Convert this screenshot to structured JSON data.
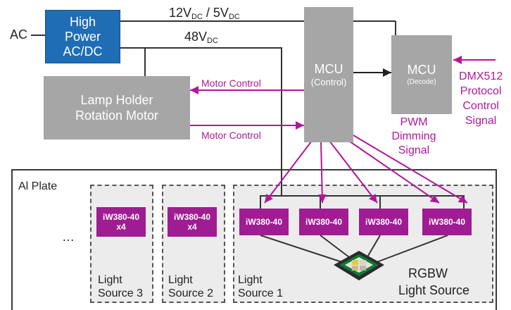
{
  "blocks": {
    "power_supply": [
      "High",
      "Power",
      "AC/DC"
    ],
    "mcu_control": {
      "title": "MCU",
      "sub": "(Control)"
    },
    "mcu_decode": {
      "title": "MCU",
      "sub": "(Decode)"
    },
    "motor": [
      "Lamp Holder",
      "Rotation Motor"
    ]
  },
  "labels": {
    "ac": "AC",
    "rail_12v_5v": {
      "v1": "12V",
      "s1": "DC",
      "sep": " / 5V",
      "s2": "DC"
    },
    "rail_48v": {
      "v": "48V",
      "s": "DC"
    },
    "motor_control_top": "Motor Control",
    "motor_control_bottom": "Motor Control",
    "pwm": [
      "PWM",
      "Dimming",
      "Signal"
    ],
    "dmx": [
      "DMX512",
      "Protocol",
      "Control",
      "Signal"
    ],
    "plate": "Al Plate",
    "ellipsis": "…",
    "rgbw": [
      "RGBW",
      "Light Source"
    ]
  },
  "light_sources": [
    {
      "label": [
        "Light",
        "Source 3"
      ],
      "chip": [
        "iW380-40",
        "x4"
      ]
    },
    {
      "label": [
        "Light",
        "Source 2"
      ],
      "chip": [
        "iW380-40",
        "x4"
      ]
    },
    {
      "label": [
        "Light",
        "Source 1"
      ],
      "chips": [
        "iW380-40",
        "iW380-40",
        "iW380-40",
        "iW380-40"
      ]
    }
  ],
  "colors": {
    "blue": "#1f6db5",
    "gray": "#a6a6a6",
    "chip": "#a01c92",
    "signal": "#b0189b"
  }
}
